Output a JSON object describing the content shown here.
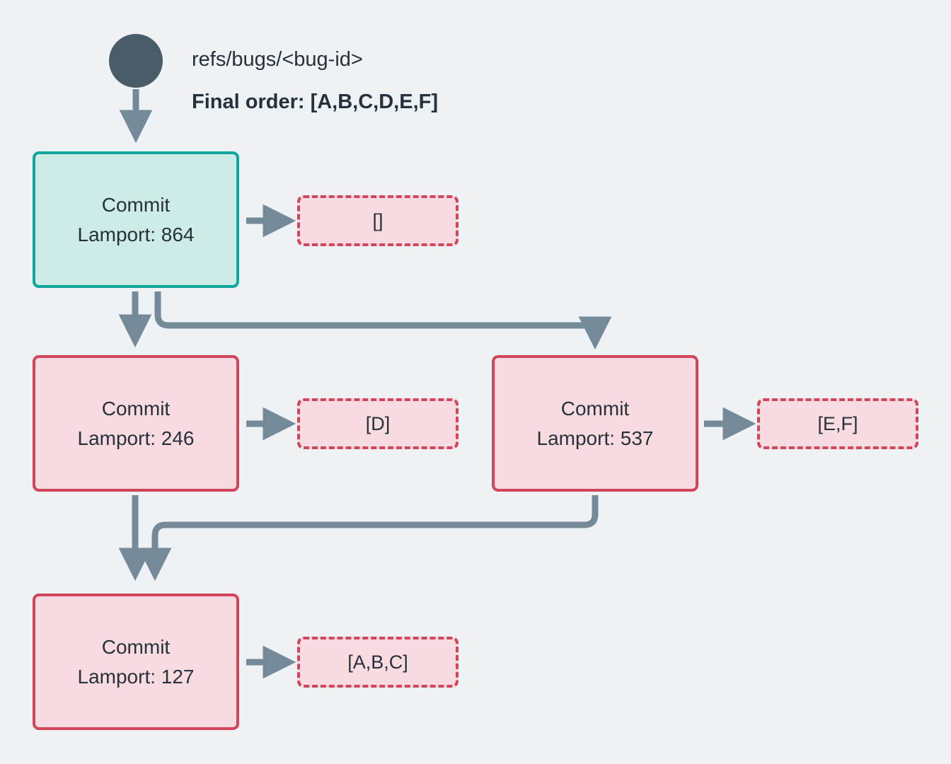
{
  "diagram": {
    "background": "#eef2f5",
    "accent_teal": "#12a79d",
    "accent_teal_fill": "#cdebe7",
    "accent_pink": "#d3455b",
    "accent_pink_fill": "#f8dbe0",
    "edge_color": "#748a99",
    "start_node_color": "#4a5c68",
    "text_color": "#27313b"
  },
  "start": {
    "label": "start-node"
  },
  "header": {
    "ref_path": "refs/bugs/<bug-id>",
    "final_order": "Final order: [A,B,C,D,E,F]"
  },
  "nodes": [
    {
      "id": "commit-864",
      "title": "Commit",
      "lamport": "Lamport: 864",
      "style": "teal",
      "badge": "[]"
    },
    {
      "id": "commit-246",
      "title": "Commit",
      "lamport": "Lamport: 246",
      "style": "pink",
      "badge": "[D]"
    },
    {
      "id": "commit-537",
      "title": "Commit",
      "lamport": "Lamport: 537",
      "style": "pink",
      "badge": "[E,F]"
    },
    {
      "id": "commit-127",
      "title": "Commit",
      "lamport": "Lamport: 127",
      "style": "pink",
      "badge": "[A,B,C]"
    }
  ]
}
